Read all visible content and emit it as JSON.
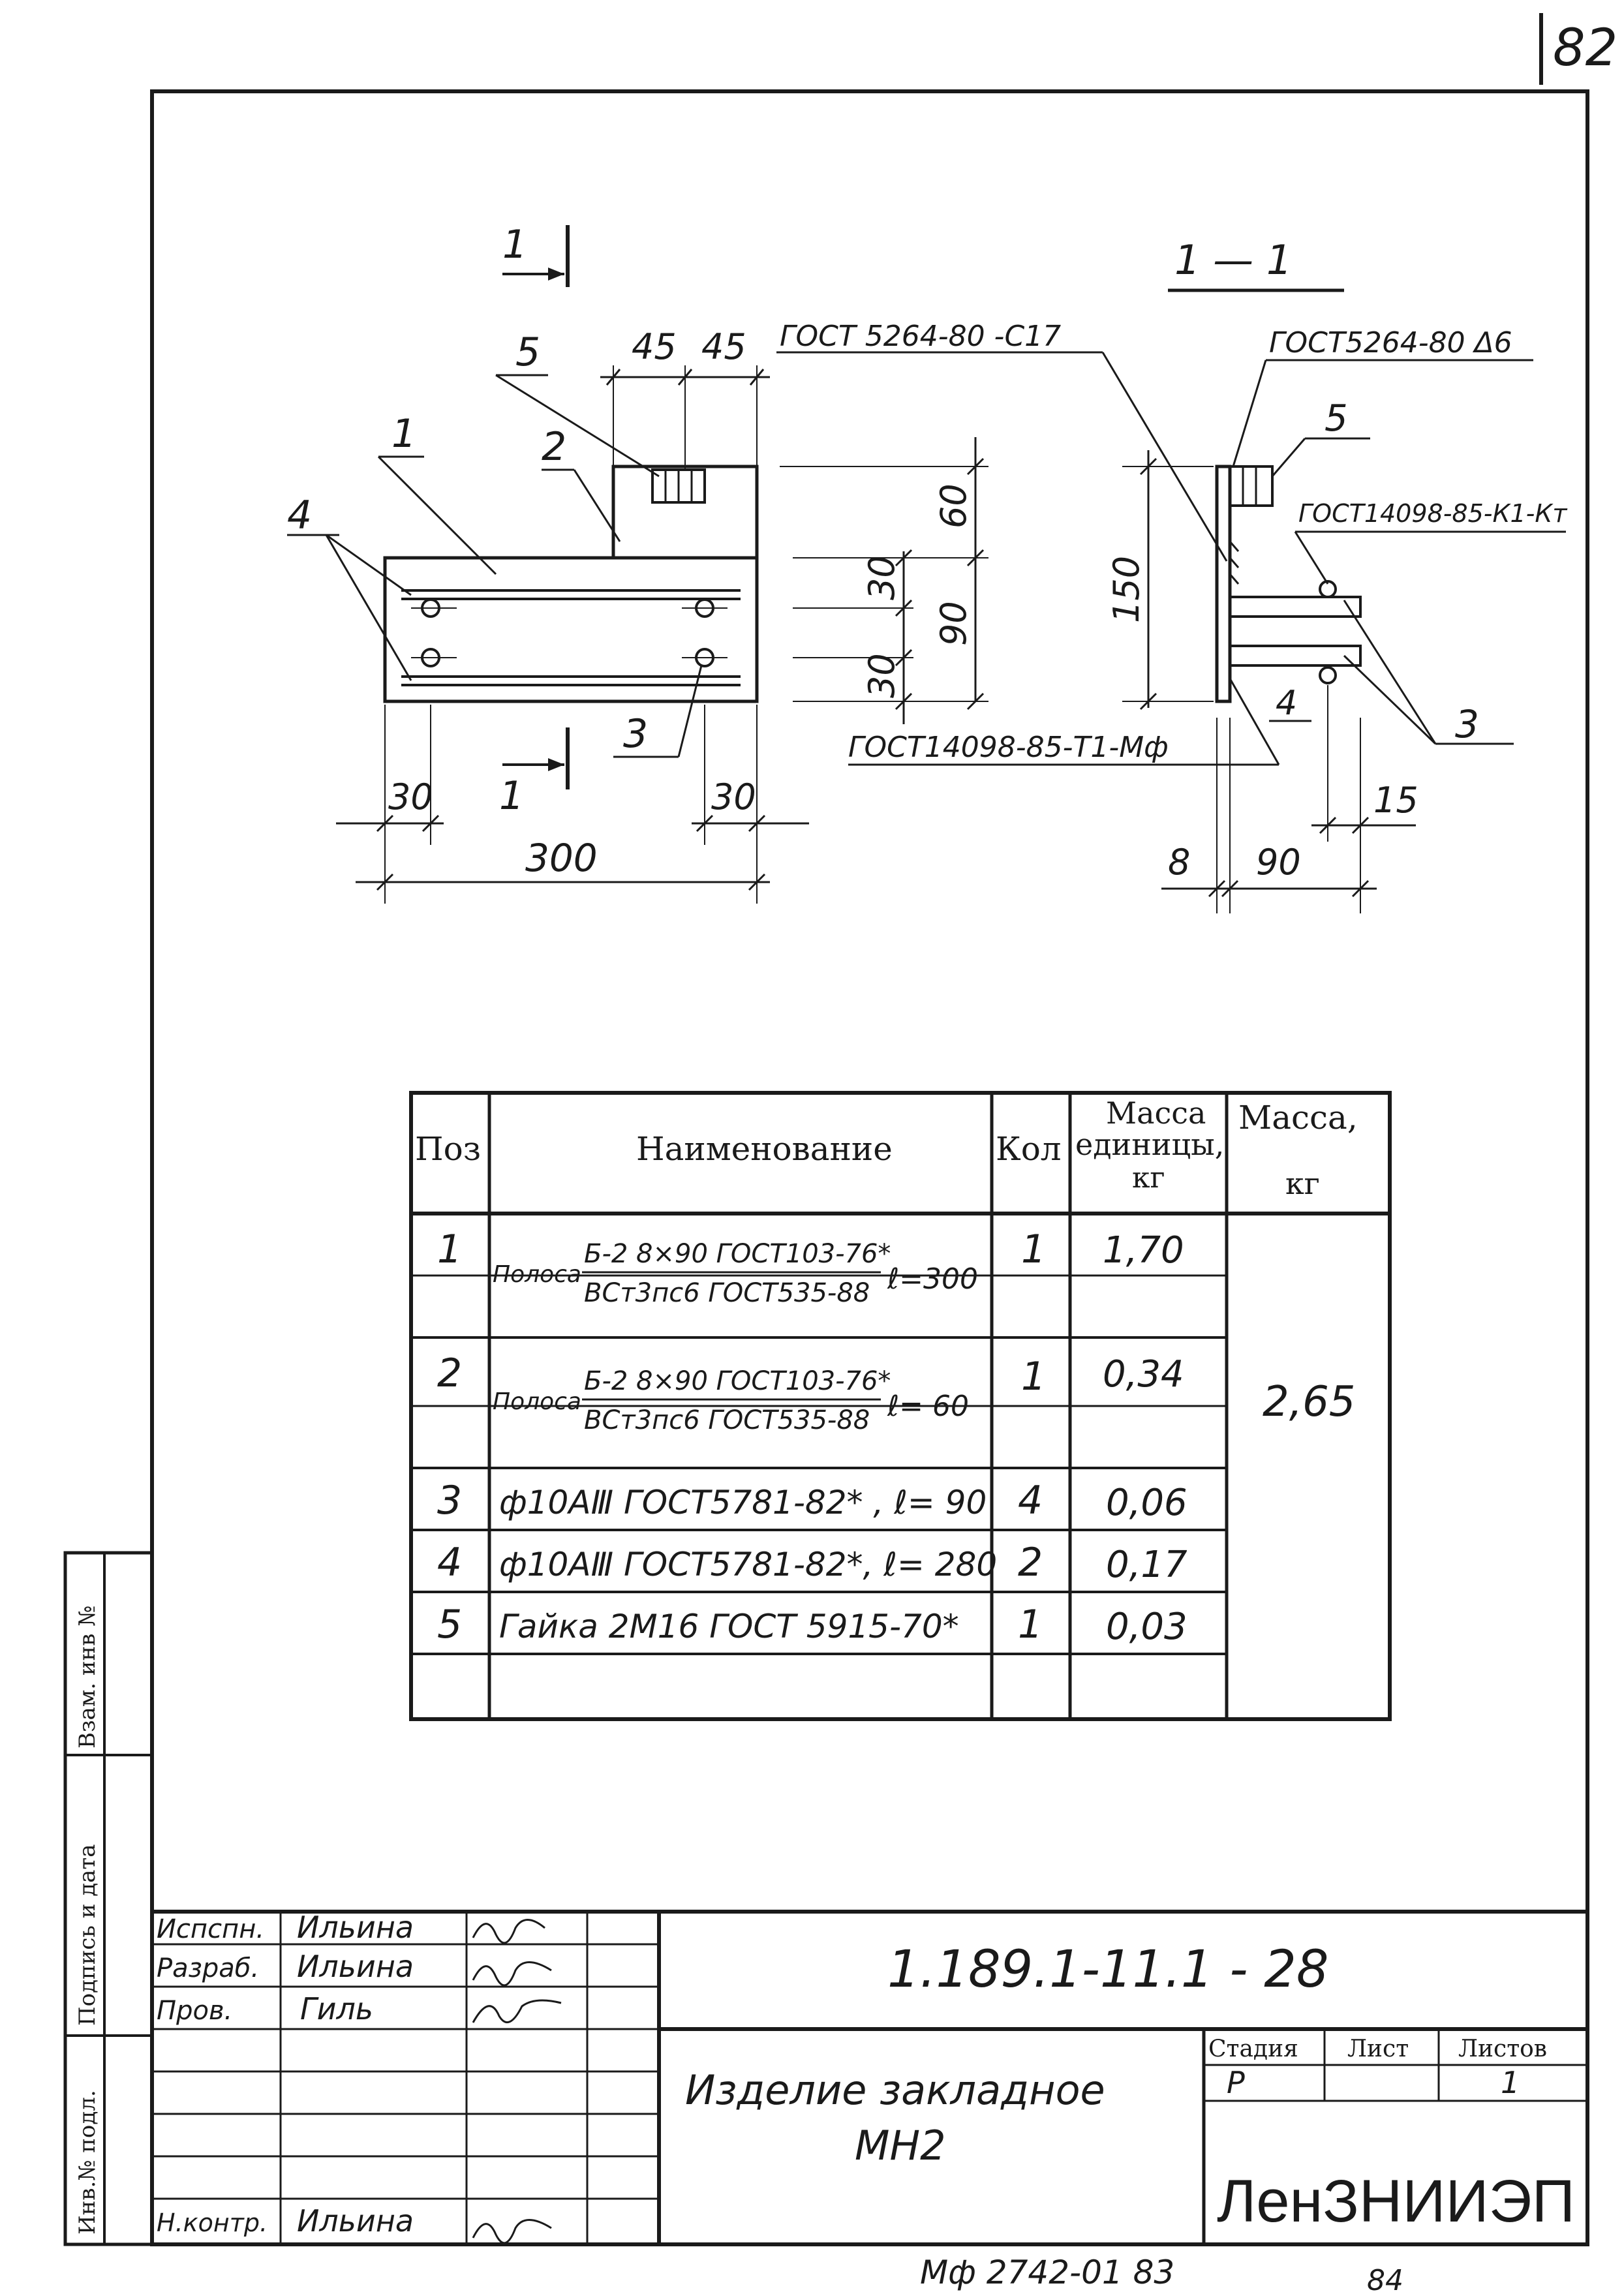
{
  "page_number": "82",
  "drawing": {
    "section_label_top": "1",
    "section_label_bottom": "1",
    "section_title": "1 — 1",
    "positions": [
      "1",
      "2",
      "3",
      "4",
      "5"
    ],
    "dimensions": {
      "d45_left": "45",
      "d45_right": "45",
      "d60": "60",
      "d30_top": "30",
      "d90_v": "90",
      "d30_bot": "30",
      "d150": "150",
      "d30_left": "30",
      "d30_right": "30",
      "d300": "300",
      "d8": "8",
      "d90_h": "90",
      "d15": "15"
    },
    "notes": {
      "weld_top": "ГОСТ 5264-80 -С17",
      "weld_side": "ГОСТ5264-80 Δ6",
      "weld_k1": "ГОСТ14098-85-К1-Кт",
      "weld_t1": "ГОСТ14098-85-Т1-Мф"
    }
  },
  "spec_table": {
    "headers": {
      "pos": "Поз",
      "name": "Наименование",
      "qty": "Кол",
      "unit_mass_l1": "Масса",
      "unit_mass_l2": "единицы,",
      "unit_mass_l3": "кг",
      "mass_l1": "Масса,",
      "mass_l2": "кг"
    },
    "rows": [
      {
        "pos": "1",
        "prefix": "Полоса",
        "top": "Б-2 8×90 ГОСТ103-76*",
        "bottom": "ВСт3пс6 ГОСТ535-88",
        "suffix": "ℓ=300",
        "qty": "1",
        "unit_mass": "1,70"
      },
      {
        "pos": "2",
        "prefix": "Полоса",
        "top": "Б-2 8×90 ГОСТ103-76*",
        "bottom": "ВСт3пс6 ГОСТ535-88",
        "suffix": "ℓ= 60",
        "qty": "1",
        "unit_mass": "0,34"
      },
      {
        "pos": "3",
        "name": "ф10АⅢ ГОСТ5781-82* , ℓ= 90",
        "qty": "4",
        "unit_mass": "0,06"
      },
      {
        "pos": "4",
        "name": "ф10АⅢ ГОСТ5781-82*, ℓ= 280",
        "qty": "2",
        "unit_mass": "0,17"
      },
      {
        "pos": "5",
        "name": "Гайка 2М16 ГОСТ 5915-70*",
        "qty": "1",
        "unit_mass": "0,03"
      }
    ],
    "total_mass": "2,65"
  },
  "side_stamp": {
    "inv_podl": "Инв.№ подл.",
    "podpis_data": "Подпись и дата",
    "vzam_inv": "Взам. инв №"
  },
  "title_block": {
    "roles": [
      {
        "role": "Испспн.",
        "name": "Ильина"
      },
      {
        "role": "Разраб.",
        "name": "Ильина"
      },
      {
        "role": "Пров.",
        "name": "Гиль"
      },
      {
        "role": "Н.контр.",
        "name": "Ильина"
      }
    ],
    "designation": "1.189.1-11.1 - 28",
    "item_name_l1": "Изделие закладное",
    "item_name_l2": "МН2",
    "stage_label": "Стадия",
    "sheet_label": "Лист",
    "sheets_label": "Листов",
    "stage": "Р",
    "sheets": "1",
    "organization": "ЛенЗНИИЭП"
  },
  "footer": {
    "code": "Мф 2742-01 83",
    "extra": "84"
  }
}
